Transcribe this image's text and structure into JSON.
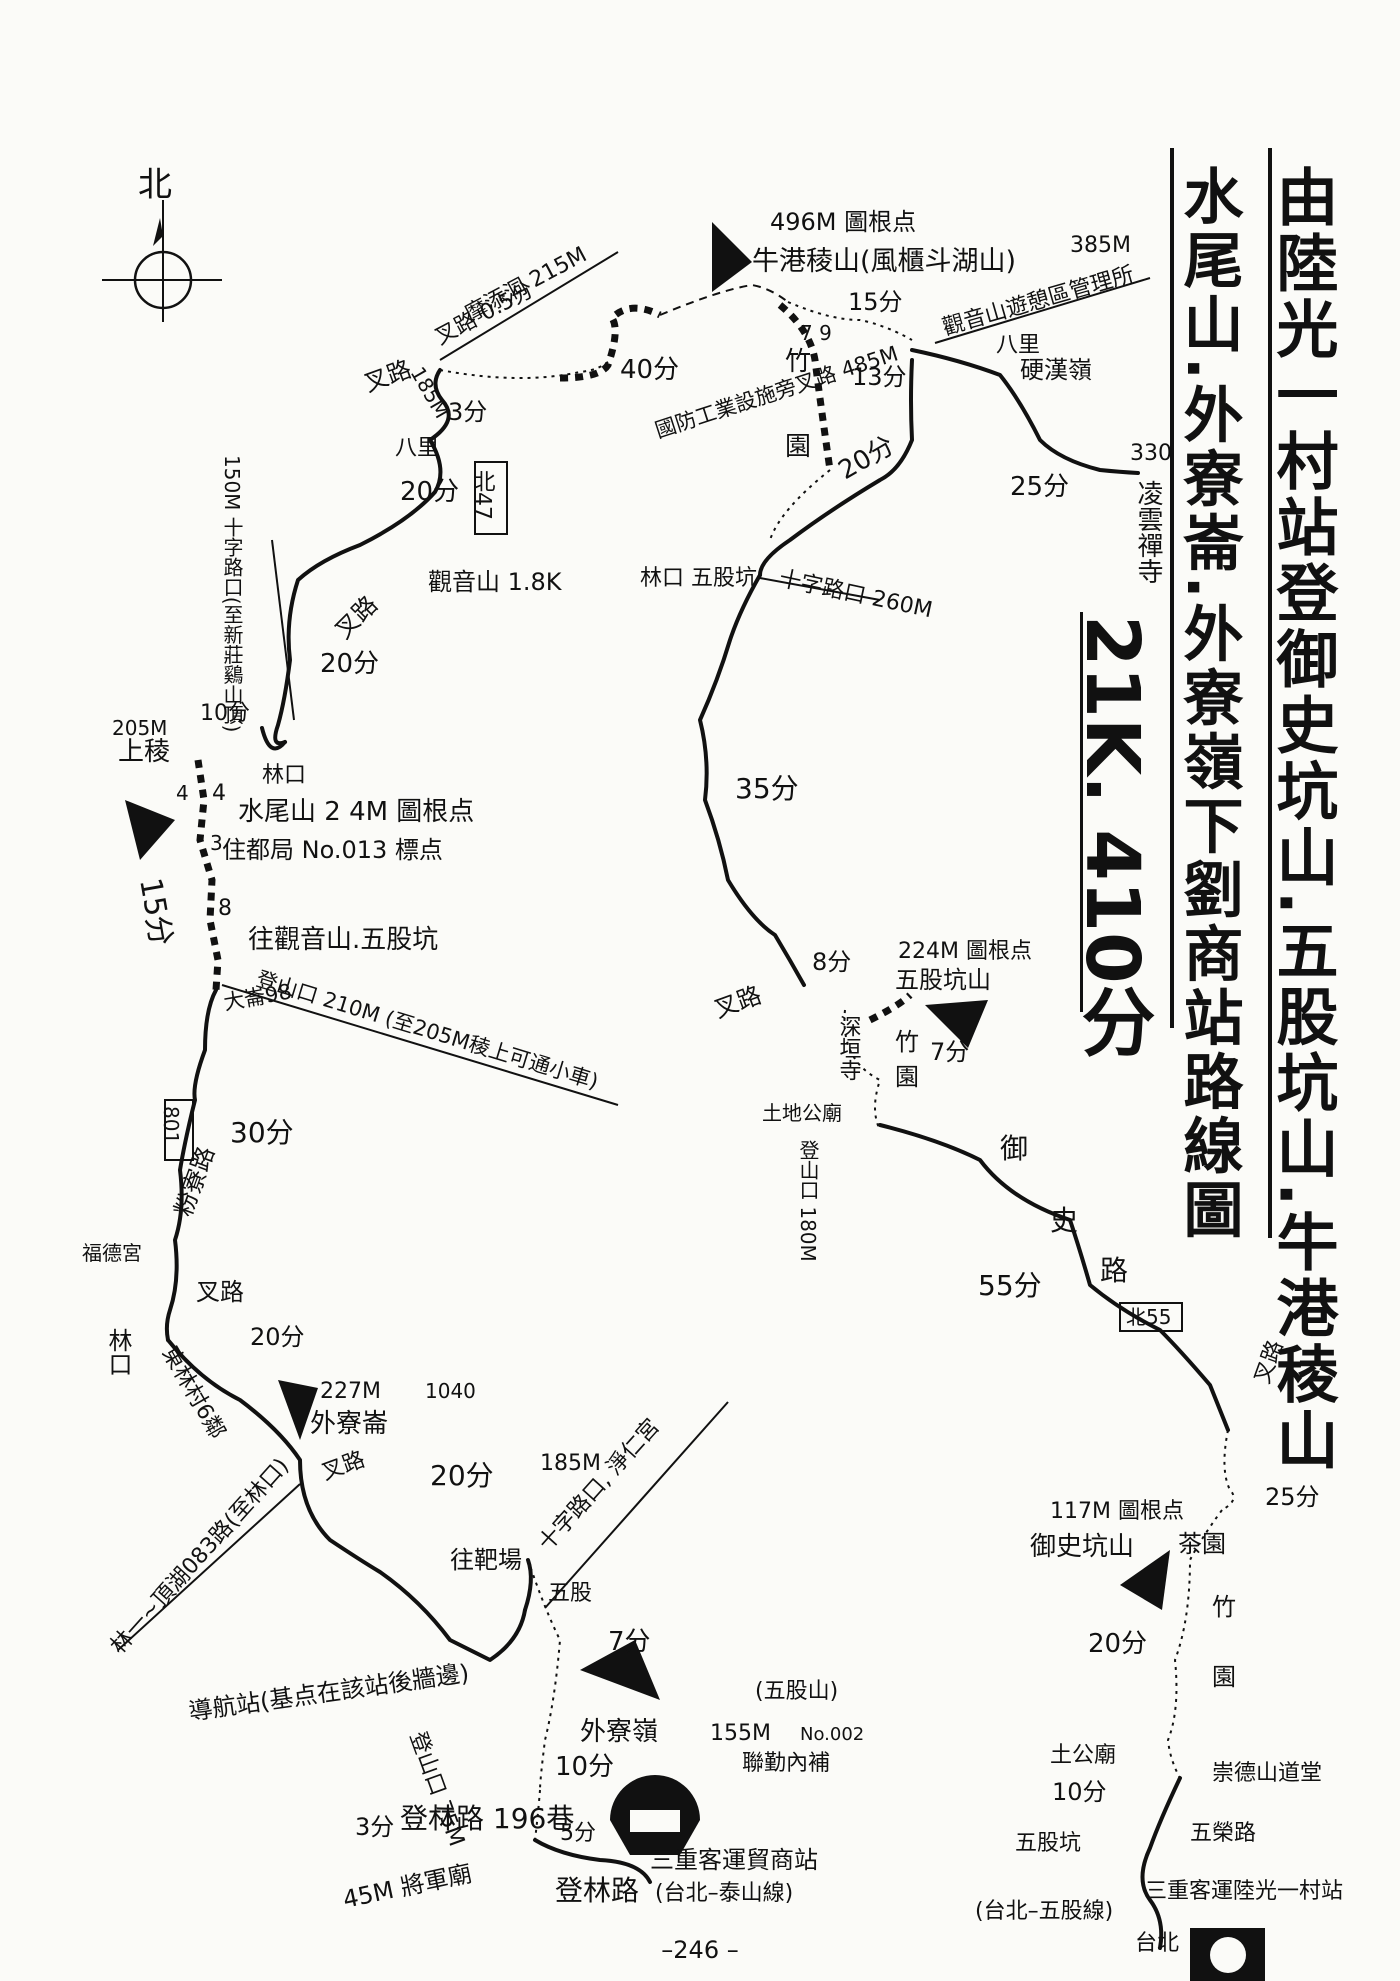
{
  "title": "由陸光一村站登御史坑山.五股坑山.牛港稜山",
  "subtitle": "水尾山.外寮崙.外寮嶺下劉商站路線圖",
  "summary": "21K. 410分",
  "north_label": "北",
  "page_number": "–246 –",
  "labels": {
    "niugang_height": "496M 圖根点",
    "niugang_name": "牛港稜山(風櫃斗湖山)",
    "guanyin_height": "385M",
    "guanyin_office": "觀音山遊憩區管理所",
    "guotai_mine": "硬漢嶺",
    "bali_top": "八里",
    "lingyun_height": "330",
    "lingyun_temple": "凌雲禪寺",
    "t25min_top": "25分",
    "t15min_ne": "15分",
    "t13min": "13分",
    "t20min_mid": "20分",
    "t40min": "40分",
    "fork485": "國防工業設施旁叉路 485M",
    "bamboo_top": "竹",
    "bamboo_top2": "園",
    "t79": "7 9",
    "modian": "摩添洞 215M",
    "fork_05": "叉路 0.5分",
    "h185_top": "185M",
    "fork_tl": "叉路",
    "t3min_top": "3分",
    "bali_left": "八里",
    "bei47": "北47",
    "t20min_l1": "20分",
    "guanyin18": "觀音山 1.8K",
    "fork_guanyin": "叉路",
    "crossroad_150": "150M 十字路口(至新莊鷄山頂)",
    "t20min_l2": "20分",
    "linkou_wugu": "林口 五股坑",
    "crossroad_260": "十字路口 260M",
    "t35min": "35分",
    "h205_upper": "205M",
    "upper_ridge": "上稜",
    "t10min_l": "10分",
    "linkou_small": "林口",
    "shuiwei_summit": "水尾山 2 4M 圖根点",
    "shuiwei_mark": "住都局 No.013 標点",
    "t15min_l": "15分",
    "seq_4a": "4",
    "seq_4b": "4",
    "seq_3": "3",
    "seq_8": "8",
    "to_guanyin_wugu": "往觀音山.五股坑",
    "entrance_210": "登山口 210M (至205M稜上可通小車)",
    "dadang_98": "大崙98",
    "h224": "224M 圖根点",
    "wugukeng": "五股坑山",
    "t8min": "8分",
    "fork_8": "叉路",
    "shenyuan_temple": "深垣寺",
    "bamboo_mid": "竹",
    "bamboo_mid2": "園",
    "t7min_mid": "7分",
    "tudigong_mid": "土地公廟",
    "entrance_180": "登山口 180M",
    "yushi_1": "御",
    "yushi_2": "史",
    "yushi_3": "路",
    "t55min": "55分",
    "bei55": "北55",
    "fork_right": "叉路",
    "t25min_r": "25分",
    "h117": "117M 圖根点",
    "yushikeng": "御史坑山",
    "tea_garden": "茶園",
    "bamboo_r": "竹",
    "bamboo_r2": "園",
    "t20min_r": "20分",
    "tudigong_r": "土公廟",
    "chongde_hall": "崇德山道堂",
    "t10min_r": "10分",
    "wugu_road": "五股坑",
    "wuxiang_road": "五榮路",
    "luguang_station": "三重客運陸光一村站",
    "luguang_route": "(台北–五股線)",
    "taipei": "台北",
    "bei801": "801",
    "t30min": "30分",
    "fenliao_road": "粉寮路",
    "fuzheng_temple": "福德宮",
    "fork_lower": "叉路",
    "linkou_left": "林口",
    "dongtai6": "東林村6鄰",
    "t20min_low": "20分",
    "h227": "227M",
    "h227_mark": "1040",
    "wailiaolun": "外寮崙",
    "fork_wailiao": "叉路",
    "lake_road": "林一~頂湖083路(至林口)",
    "t20min_b": "20分",
    "h185_b": "185M",
    "crossroad_jingren": "十字路口, 淨仁宮",
    "shooting_range": "往靶場",
    "wugu_b": "五股",
    "t7min_b": "7分",
    "wailiaoling": "外寮嶺",
    "wugushan_paren": "(五股山)",
    "h155": "155M",
    "no002": "No.002",
    "joint_service": "聯勤內補",
    "nav_station": "導航站(基点在該站後牆邊)",
    "t10min_b": "10分",
    "entrance_75": "登山口 75M",
    "t3min_b": "3分",
    "denglin_road": "登林路 196巷",
    "t5min_b": "5分",
    "jiangjun_temple": "45M 將軍廟",
    "sanchong_station": "三重客運貿商站",
    "denglin_road2": "登林路",
    "sanchong_route": "(台北–泰山線)"
  }
}
